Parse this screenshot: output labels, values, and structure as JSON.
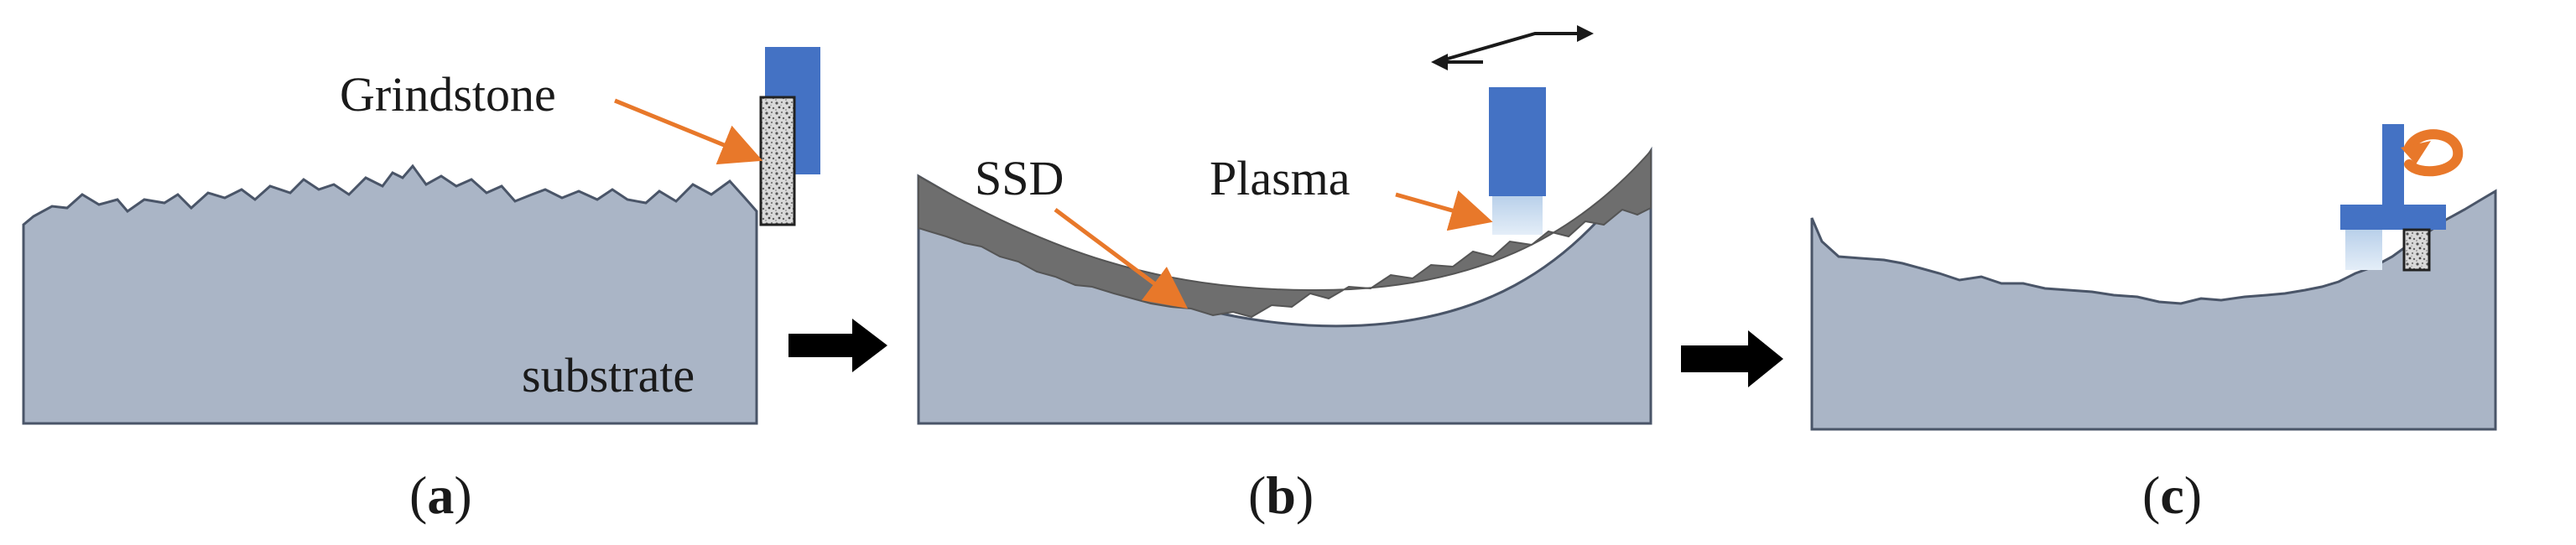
{
  "labels": {
    "grindstone": "Grindstone",
    "substrate": "substrate",
    "ssd": "SSD",
    "plasma": "Plasma"
  },
  "captions": {
    "a": {
      "open": "(",
      "letter": "a",
      "close": ")"
    },
    "b": {
      "open": "(",
      "letter": "b",
      "close": ")"
    },
    "c": {
      "open": "(",
      "letter": "c",
      "close": ")"
    }
  },
  "colors": {
    "substrate": "#aab5c6",
    "substrate_edge": "#4a5568",
    "ssd_layer": "#6e6e6e",
    "tool_blue": "#4472c4",
    "plasma": "#c9dcef",
    "leader_arrow": "#e8782a",
    "process_arrow": "#000000",
    "grindstone_fill": "#d8d8d8"
  },
  "icons": {
    "process_arrow": "right-arrow-icon",
    "reciprocating_motion": "zigzag-double-arrow-icon",
    "rotation": "curved-rotation-arrow-icon"
  }
}
